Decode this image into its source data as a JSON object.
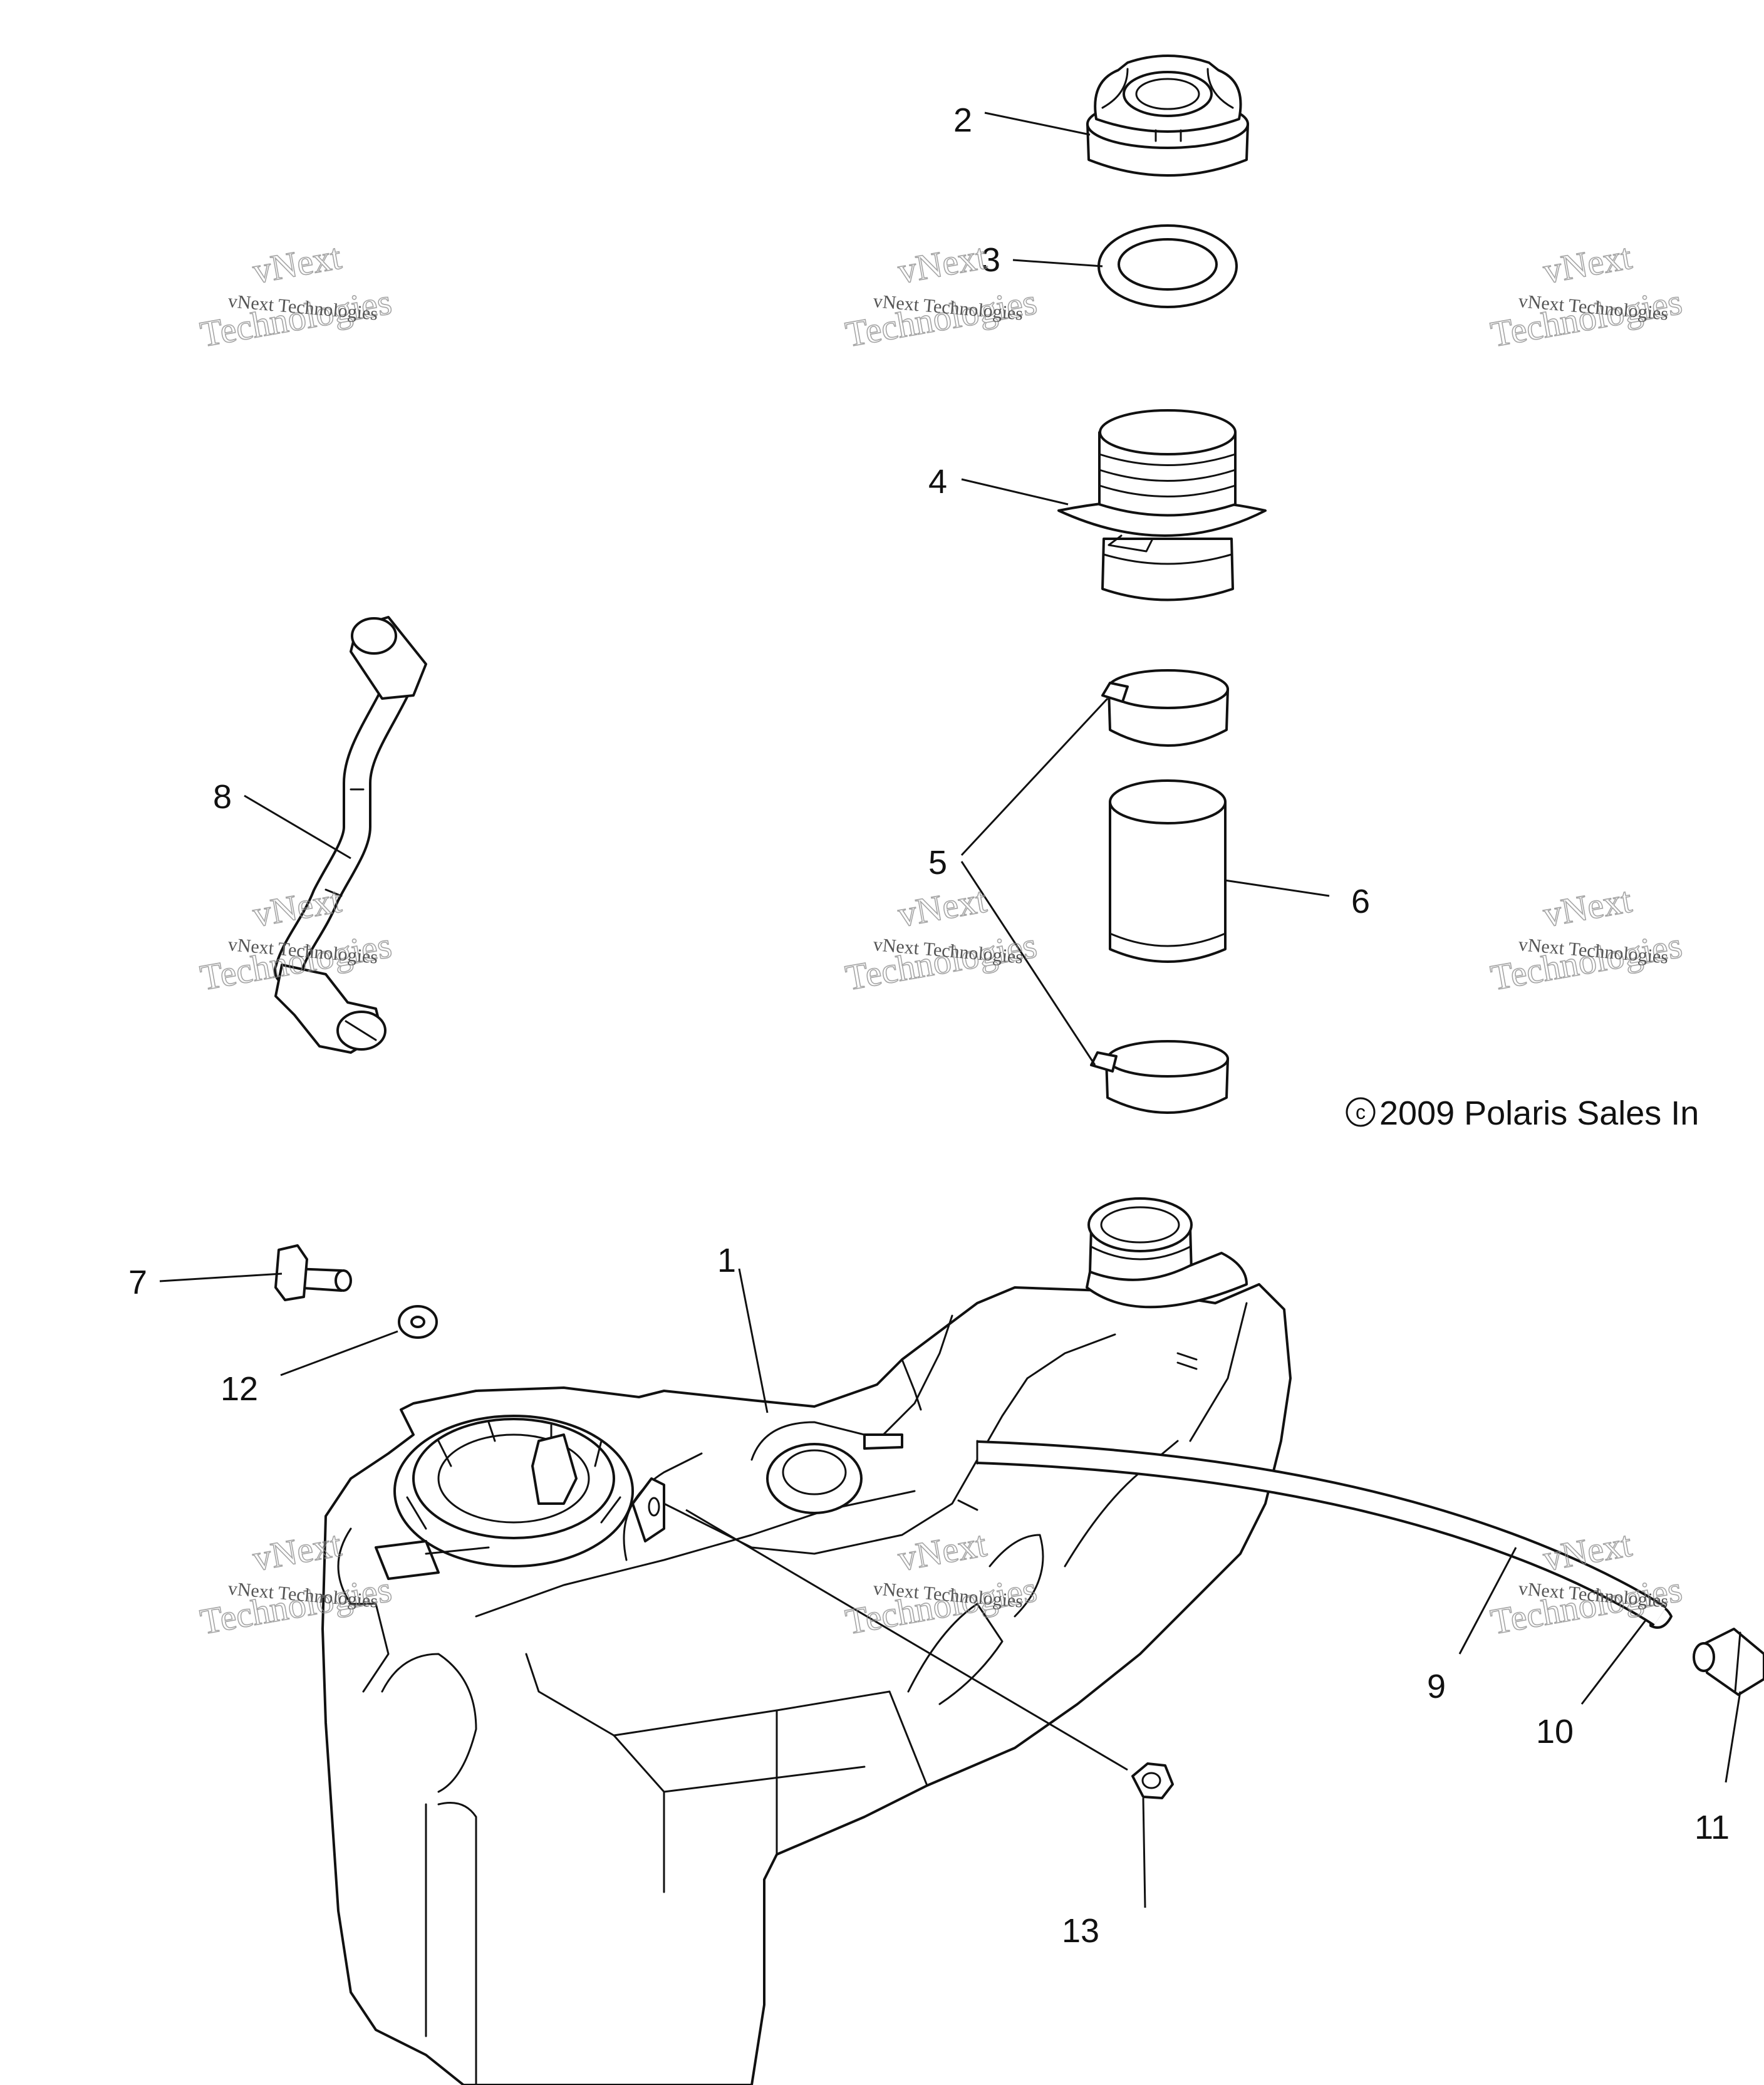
{
  "callouts": [
    {
      "id": "part-1",
      "label": "1"
    },
    {
      "id": "part-2",
      "label": "2"
    },
    {
      "id": "part-3",
      "label": "3"
    },
    {
      "id": "part-4",
      "label": "4"
    },
    {
      "id": "part-5",
      "label": "5"
    },
    {
      "id": "part-6",
      "label": "6"
    },
    {
      "id": "part-7",
      "label": "7"
    },
    {
      "id": "part-8",
      "label": "8"
    },
    {
      "id": "part-9",
      "label": "9"
    },
    {
      "id": "part-10",
      "label": "10"
    },
    {
      "id": "part-11",
      "label": "11"
    },
    {
      "id": "part-12",
      "label": "12"
    },
    {
      "id": "part-13",
      "label": "13"
    }
  ],
  "copyright": {
    "symbol": "c",
    "text": "2009 Polaris Sales In"
  },
  "watermark": {
    "line_small": "vNext Technologies",
    "line_large_1": "vNext",
    "line_large_2": "Technologies"
  }
}
